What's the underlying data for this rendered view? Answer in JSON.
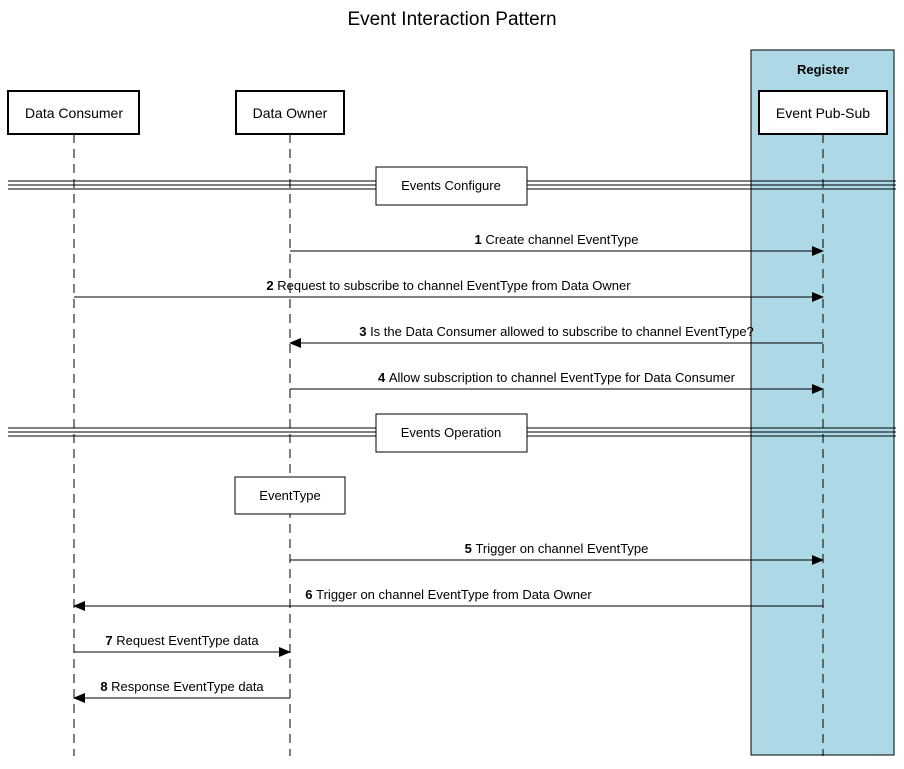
{
  "title": "Event Interaction Pattern",
  "colors": {
    "group_fill": "#add8e6",
    "line": "#000000",
    "background": "#ffffff"
  },
  "group": {
    "label": "Register"
  },
  "participants": [
    {
      "id": "consumer",
      "label": "Data Consumer"
    },
    {
      "id": "owner",
      "label": "Data Owner"
    },
    {
      "id": "pubsub",
      "label": "Event Pub-Sub"
    }
  ],
  "dividers": [
    {
      "label": "Events Configure"
    },
    {
      "label": "Events Operation"
    }
  ],
  "note": {
    "label": "EventType"
  },
  "messages": [
    {
      "num": "1",
      "text": "Create channel EventType",
      "from": "owner",
      "to": "pubsub"
    },
    {
      "num": "2",
      "text": "Request to subscribe to channel EventType from Data Owner",
      "from": "consumer",
      "to": "pubsub"
    },
    {
      "num": "3",
      "text": "Is the Data Consumer allowed to subscribe to channel EventType?",
      "from": "pubsub",
      "to": "owner"
    },
    {
      "num": "4",
      "text": "Allow subscription to channel EventType for Data Consumer",
      "from": "owner",
      "to": "pubsub"
    },
    {
      "num": "5",
      "text": "Trigger on channel EventType",
      "from": "owner",
      "to": "pubsub"
    },
    {
      "num": "6",
      "text": "Trigger on channel EventType from Data Owner",
      "from": "pubsub",
      "to": "consumer"
    },
    {
      "num": "7",
      "text": "Request EventType data",
      "from": "consumer",
      "to": "owner"
    },
    {
      "num": "8",
      "text": "Response EventType data",
      "from": "owner",
      "to": "consumer"
    }
  ]
}
